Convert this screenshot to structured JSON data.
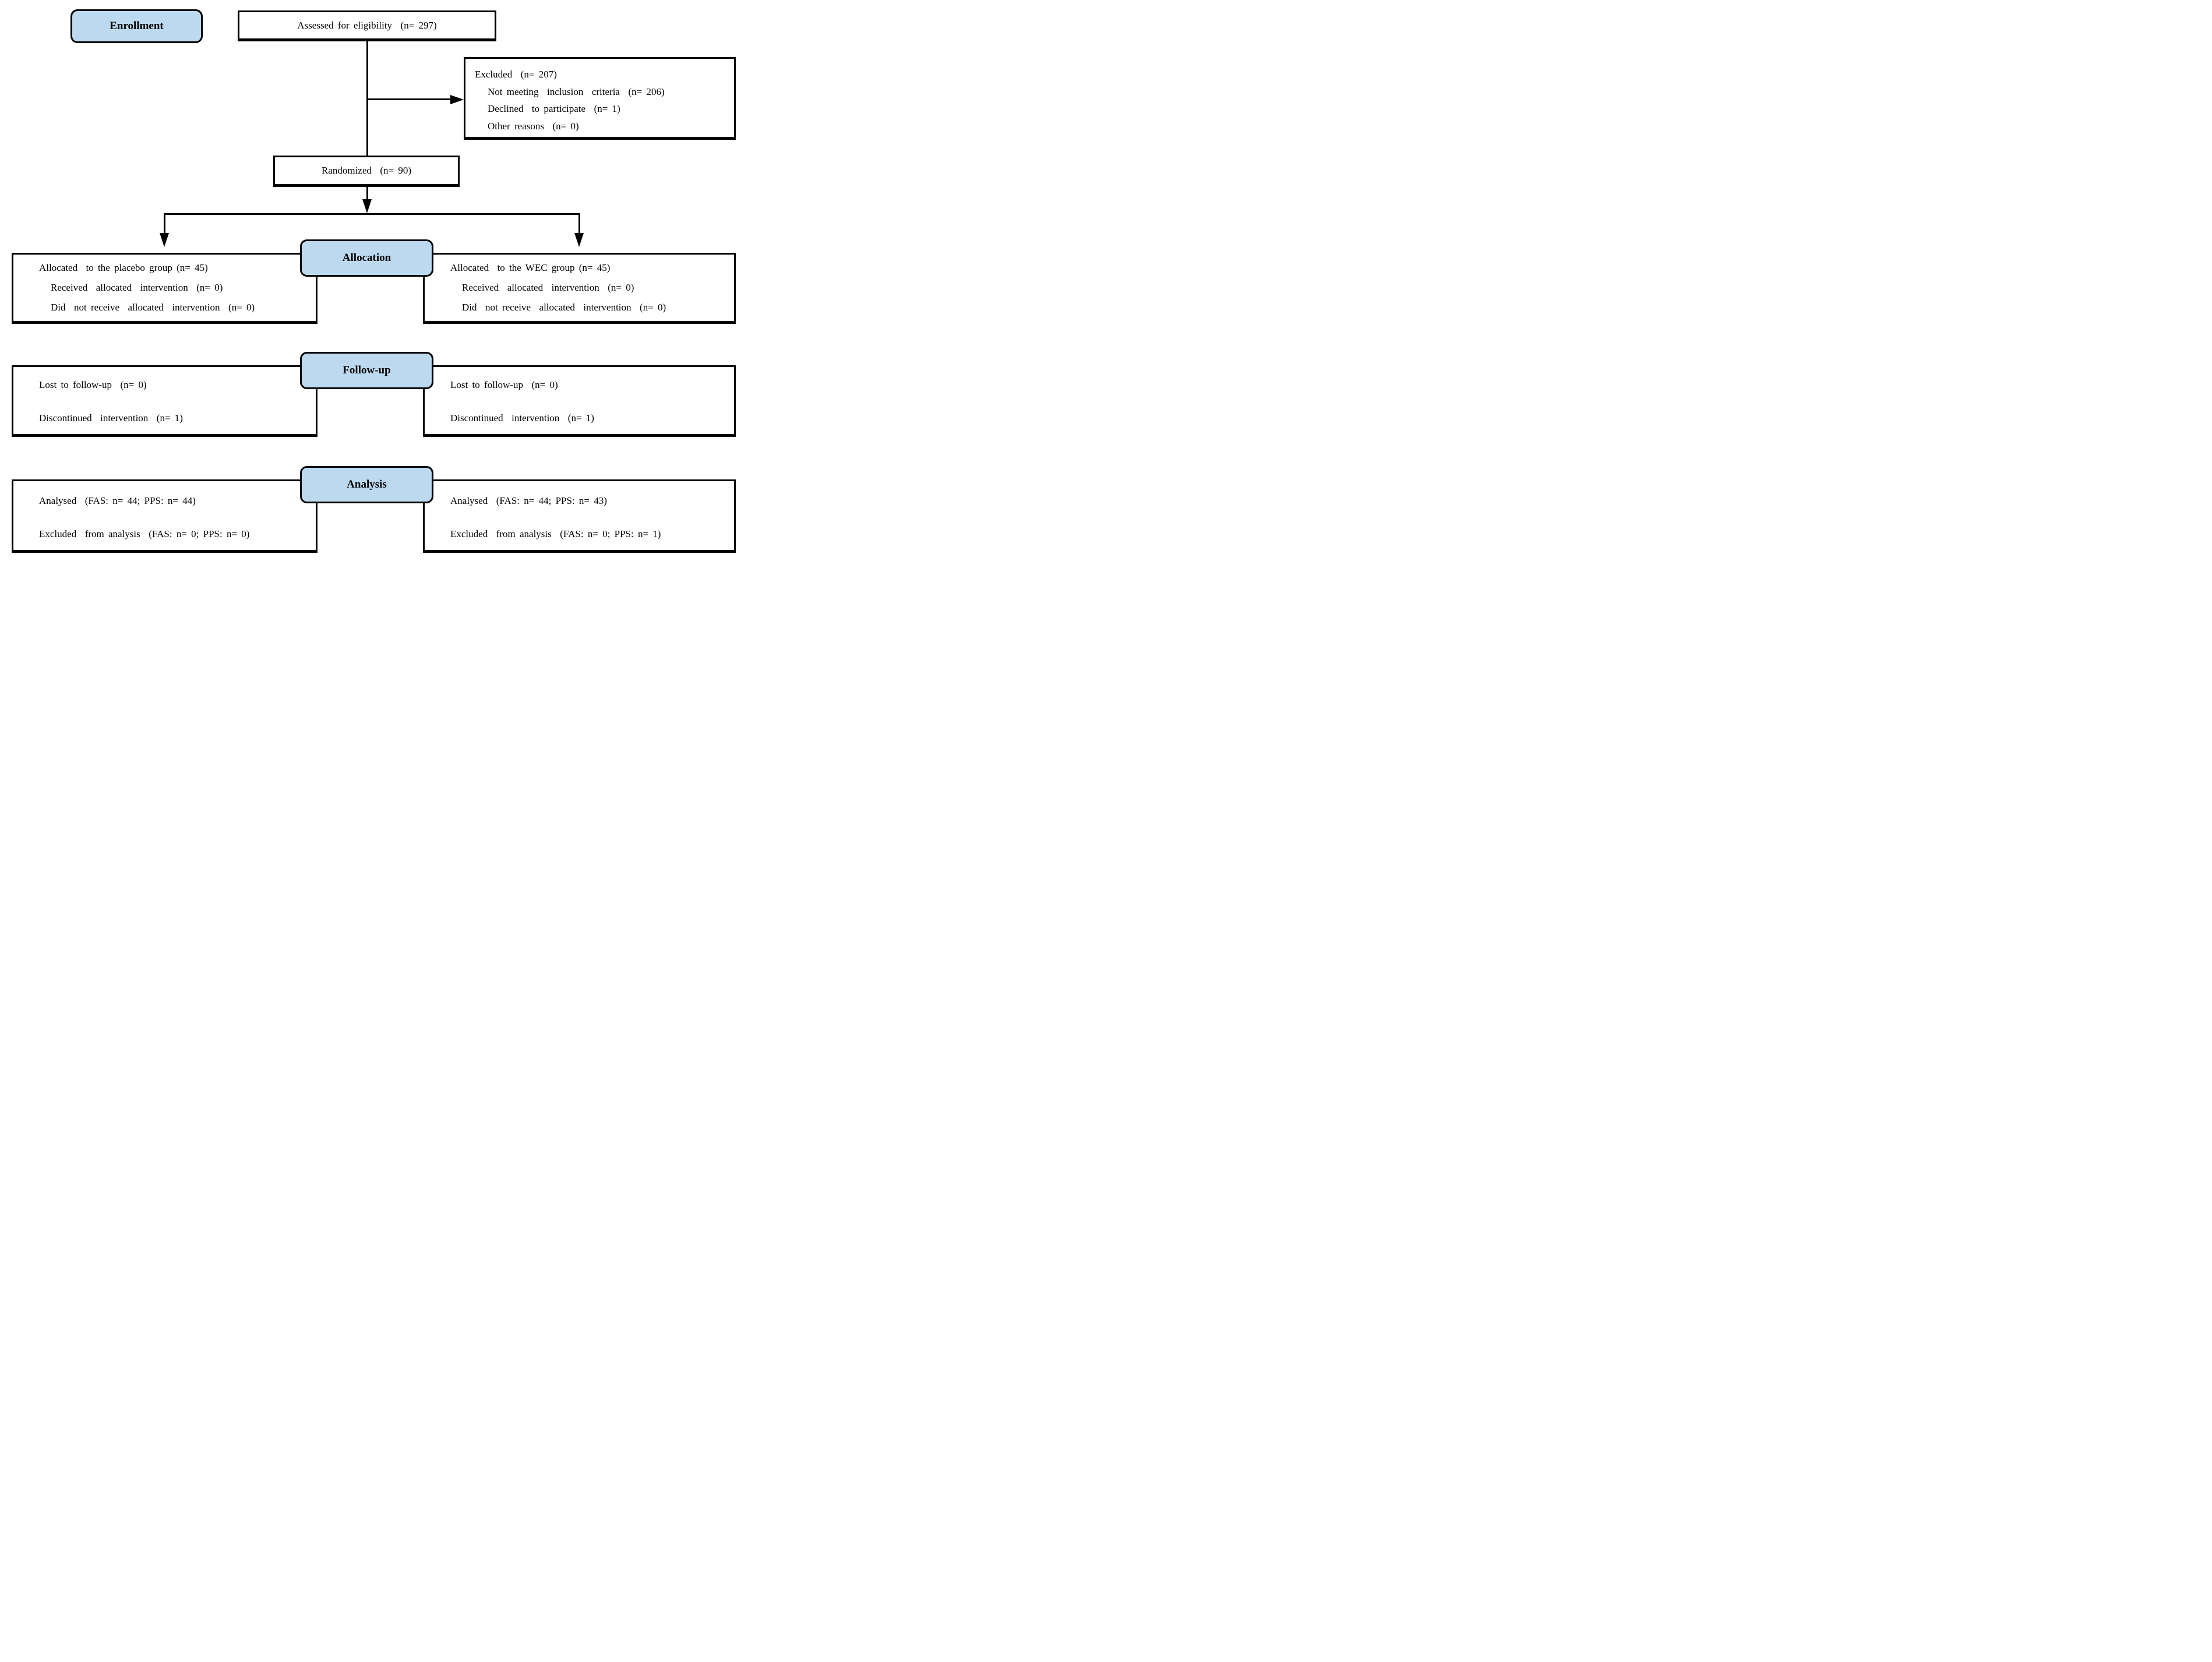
{
  "stage_labels": {
    "enrollment": "Enrollment",
    "allocation": "Allocation",
    "followup": "Follow-up",
    "analysis": "Analysis"
  },
  "enrollment": {
    "assessed": "Assessed for eligibility  (n= 297)",
    "excluded_title": "Excluded  (n= 207)",
    "excluded_items": [
      "Not meeting  inclusion  criteria  (n= 206)",
      "Declined  to participate  (n= 1)",
      "Other reasons  (n= 0)"
    ],
    "randomized": "Randomized  (n= 90)"
  },
  "allocation": {
    "left": {
      "title": "Allocated  to the placebo group (n= 45)",
      "items": [
        "Received  allocated  intervention  (n= 0)",
        "Did  not receive  allocated  intervention  (n= 0)"
      ]
    },
    "right": {
      "title": "Allocated  to the WEC group (n= 45)",
      "items": [
        "Received  allocated  intervention  (n= 0)",
        "Did  not receive  allocated  intervention  (n= 0)"
      ]
    }
  },
  "followup": {
    "left": {
      "lines": [
        "Lost to follow-up  (n= 0)",
        "Discontinued  intervention  (n= 1)"
      ]
    },
    "right": {
      "lines": [
        "Lost to follow-up  (n= 0)",
        "Discontinued  intervention  (n= 1)"
      ]
    }
  },
  "analysis": {
    "left": {
      "lines": [
        "Analysed  (FAS: n= 44; PPS: n= 44)",
        "Excluded  from analysis  (FAS: n= 0; PPS: n= 0)"
      ]
    },
    "right": {
      "lines": [
        "Analysed  (FAS: n= 44; PPS: n= 43)",
        "Excluded  from analysis  (FAS: n= 0; PPS: n= 1)"
      ]
    }
  },
  "colors": {
    "stage_fill": "#bcd9ef",
    "line": "#000000"
  }
}
